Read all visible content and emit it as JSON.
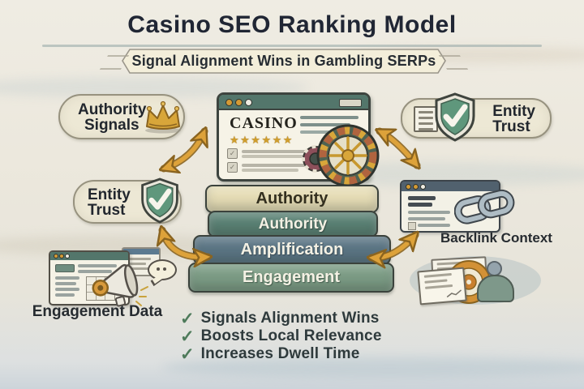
{
  "header": {
    "title": "Casino SEO Ranking Model",
    "subtitle": "Signal Alignment Wins in Gambling SERPs"
  },
  "nodes": {
    "authority_signals": {
      "line1": "Authority",
      "line2": "Signals",
      "icon": "crown-icon"
    },
    "entity_trust_top_right": {
      "line1": "Entity",
      "line2": "Trust",
      "icon": "shield-check-icon"
    },
    "entity_trust_left": {
      "line1": "Entity",
      "line2": "Trust",
      "icon": "shield-check-icon"
    },
    "backlink_context": {
      "label": "Backlink Context",
      "icon": "chain-link-icon"
    },
    "engagement_data": {
      "label": "Engagement Data",
      "icon": "megaphone-icon"
    },
    "audience_target": {
      "icon": "bullseye-person-icon"
    }
  },
  "serp_window": {
    "site_name": "CASINO",
    "star_rating": "★★★★★★",
    "star_count": 6,
    "icon": "roulette-wheel-icon"
  },
  "stack": {
    "layers": [
      {
        "label": "Authority",
        "color": "#e6ddb6",
        "text_color": "#332f1f"
      },
      {
        "label": "Authority",
        "color": "#5a8174",
        "text_color": "#f4f1e4"
      },
      {
        "label": "Amplification",
        "color": "#5b7584",
        "text_color": "#f4f1e4"
      },
      {
        "label": "Engagement",
        "color": "#7c9c85",
        "text_color": "#f4f1e4"
      }
    ]
  },
  "checklist": {
    "items": [
      "Signals Alignment Wins",
      "Boosts Local Relevance",
      "Increases Dwell Time"
    ],
    "check_glyph": "✓",
    "check_color": "#4d7a5a"
  },
  "colors": {
    "background": "#ece8dd",
    "title_text": "#202634",
    "arrow": "#dda23a",
    "arrow_outline": "#8a6420",
    "browser_header_teal": "#53766b",
    "browser_header_slate": "#51616e",
    "gold": "#d2a232",
    "shield_green": "#5f977c"
  }
}
